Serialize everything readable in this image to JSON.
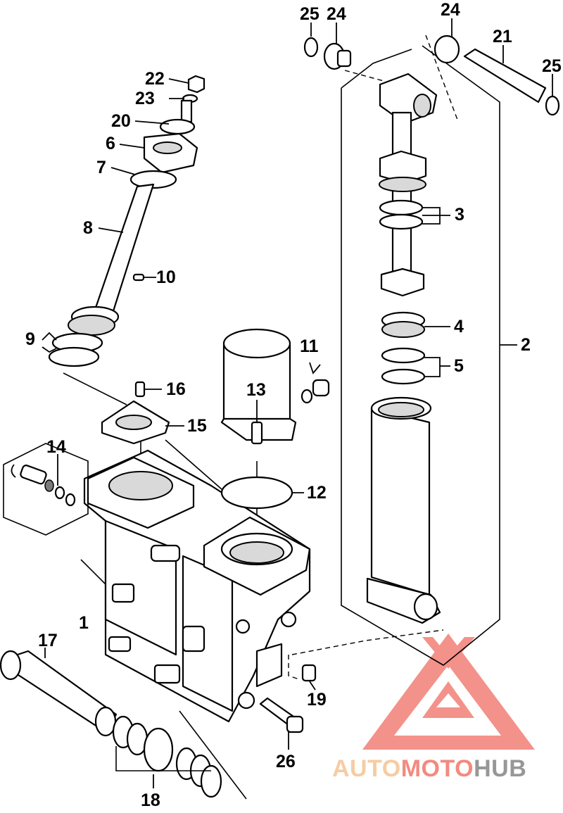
{
  "callouts": {
    "c1": "1",
    "c2": "2",
    "c3": "3",
    "c4": "4",
    "c5": "5",
    "c6": "6",
    "c7": "7",
    "c8": "8",
    "c9": "9",
    "c10": "10",
    "c11": "11",
    "c12": "12",
    "c13": "13",
    "c14": "14",
    "c15": "15",
    "c16": "16",
    "c17": "17",
    "c18": "18",
    "c19": "19",
    "c20": "20",
    "c21": "21",
    "c22": "22",
    "c23": "23",
    "c24a": "24",
    "c24b": "24",
    "c25a": "25",
    "c25b": "25",
    "c26": "26"
  },
  "watermark": {
    "part1": "AUTO",
    "part2": "MOTO",
    "part3": "HUB",
    "color_light": "#f6c79a",
    "color_mid": "#f27e72",
    "color_dark": "#8c8c8c"
  }
}
